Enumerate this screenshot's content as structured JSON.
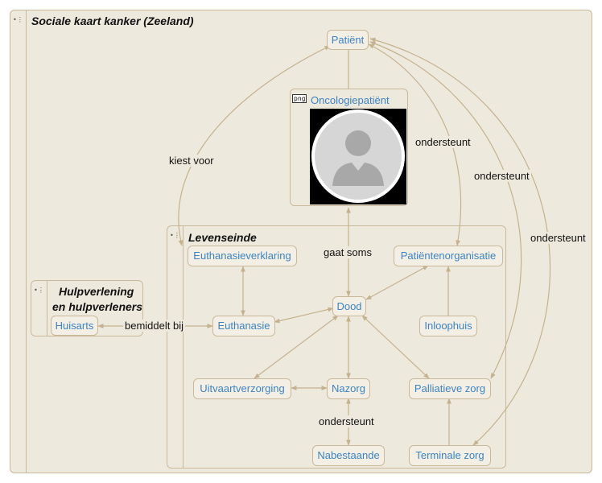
{
  "map": {
    "title": "Sociale kaart kanker (Zeeland)",
    "subpanels": {
      "levenseinde": "Levenseinde",
      "hulpverlening_line1": "Hulpverlening",
      "hulpverlening_line2": "en hulpverleners"
    },
    "nodes": {
      "patient": "Patiënt",
      "oncologiepatient": "Oncologiepatiënt",
      "image_badge": "png",
      "euthanasieverklaring": "Euthanasieverklaring",
      "patientenorganisatie": "Patiëntenorganisatie",
      "dood": "Dood",
      "euthanasie": "Euthanasie",
      "inloophuis": "Inloophuis",
      "huisarts": "Huisarts",
      "uitvaartverzorging": "Uitvaartverzorging",
      "nazorg": "Nazorg",
      "palliatieve_zorg": "Palliatieve zorg",
      "nabestaande": "Nabestaande",
      "terminale_zorg": "Terminale zorg"
    },
    "edge_labels": {
      "kiest_voor": "kiest voor",
      "ondersteunt_1": "ondersteunt",
      "ondersteunt_2": "ondersteunt",
      "ondersteunt_3": "ondersteunt",
      "gaat_soms": "gaat soms",
      "bemiddelt_bij": "bemiddelt bij",
      "ondersteunt_nazorg": "ondersteunt"
    },
    "colors": {
      "panel_bg": "#eee9dd",
      "border": "#c9b99a",
      "node_text": "#3d83c1",
      "edge": "#c4b28e"
    }
  }
}
